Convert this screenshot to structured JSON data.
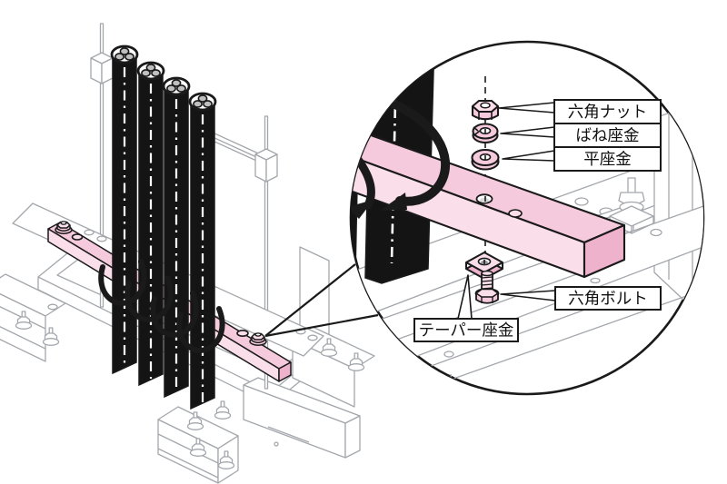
{
  "illustration": {
    "type": "exploded-hardware-diagram",
    "subject": "cable-clamp-bar-fastening",
    "callout_labels": [
      {
        "id": "hex-nut",
        "text": "六角ナット"
      },
      {
        "id": "spring-washer",
        "text": "ばね座金"
      },
      {
        "id": "flat-washer",
        "text": "平座金"
      },
      {
        "id": "hex-bolt",
        "text": "六角ボルト"
      },
      {
        "id": "taper-washer",
        "text": "テーパー座金"
      }
    ]
  },
  "colors": {
    "part_pink": "#f5cadc",
    "part_pink_light": "#fadee9",
    "part_pink_dark": "#eeb2cc",
    "line_black": "#1a1a1a",
    "line_gray": "#a3a7ac",
    "cable_black": "#141414",
    "core_gray": "#bfbfbf"
  }
}
